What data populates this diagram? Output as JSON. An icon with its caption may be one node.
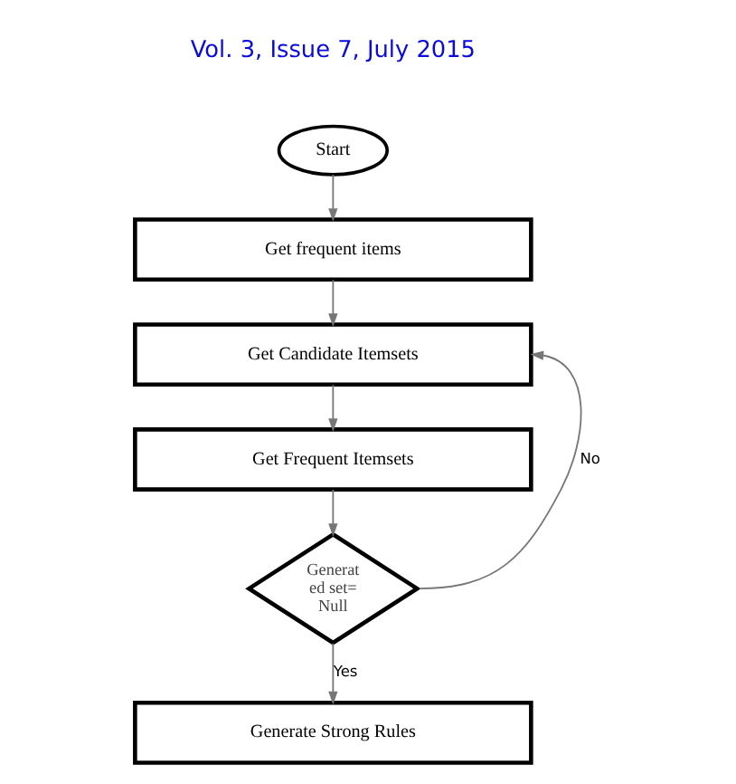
{
  "diagram": {
    "nodes": [
      {
        "text": [
          "Start"
        ]
      },
      {
        "text": [
          "Get frequent items"
        ]
      },
      {
        "text": [
          "Get Candidate Itemsets"
        ]
      },
      {
        "text": [
          "Get Frequent Itemsets"
        ]
      },
      {
        "text": [
          "Generat ed set= Null"
        ]
      },
      {
        "text": [
          "Generate Strong Rules"
        ]
      }
    ],
    "edges": [
      {
        "from": 0,
        "to": 1,
        "arrow": "to"
      },
      {
        "from": 1,
        "to": 2,
        "arrow": "to"
      },
      {
        "from": 2,
        "to": 3,
        "arrow": "to"
      },
      {
        "from": 3,
        "to": 4,
        "arrow": "to"
      },
      {
        "from": 4,
        "to": 2,
        "arrow": "to",
        "label": "No"
      },
      {
        "from": 4,
        "to": 5,
        "arrow": "to",
        "label": "Yes"
      }
    ],
    "labels": [
      "Vol. 3, Issue 7, July 2015"
    ]
  }
}
